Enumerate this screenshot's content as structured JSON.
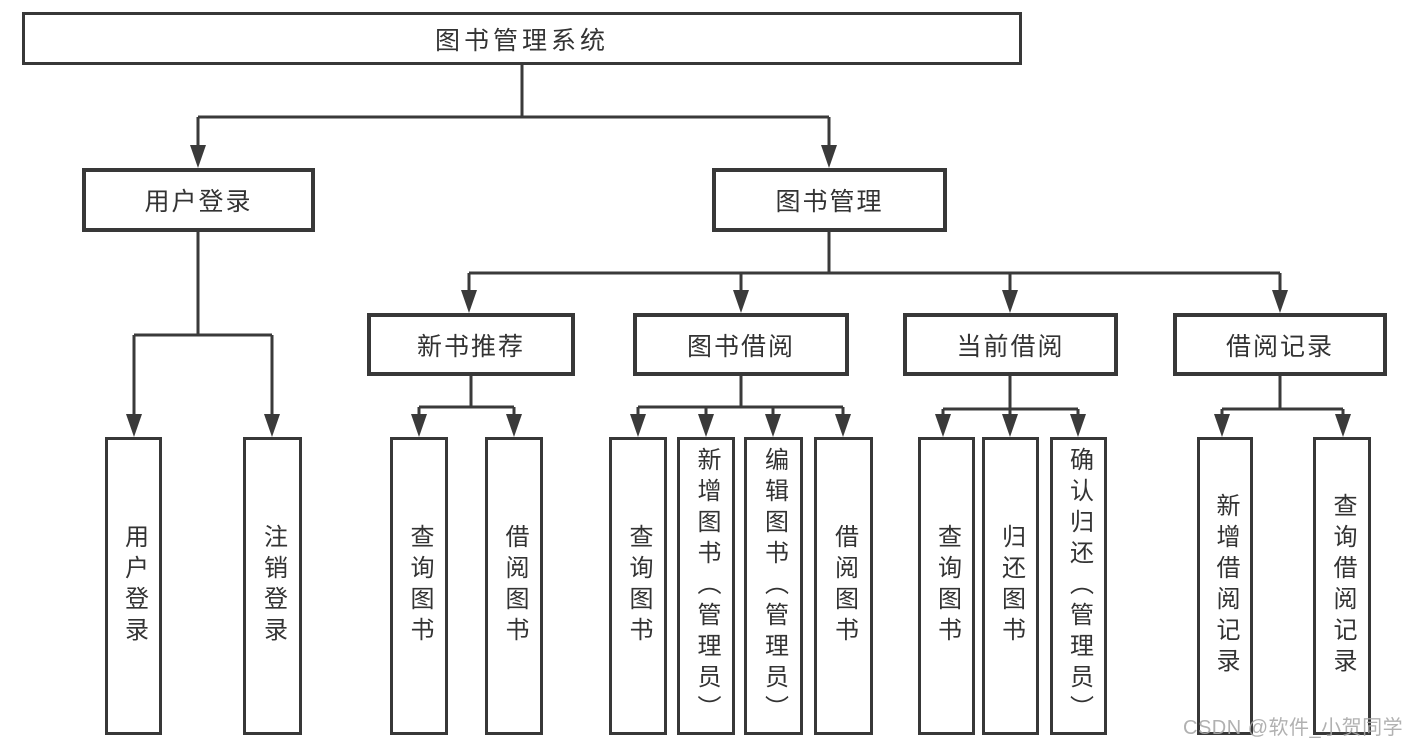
{
  "colors": {
    "line": "#3a3a3a",
    "border": "#383838",
    "text": "#333333",
    "background": "#ffffff",
    "watermark": "#a9a9a9"
  },
  "watermark": {
    "text": "CSDN @软件_小贺同学"
  },
  "tree": {
    "root": {
      "label": "图书管理系统"
    },
    "branches": [
      {
        "label": "用户登录",
        "children": [
          {
            "label": "用户登录"
          },
          {
            "label": "注销登录"
          }
        ]
      },
      {
        "label": "图书管理",
        "children": [
          {
            "label": "新书推荐",
            "children": [
              {
                "label": "查询图书"
              },
              {
                "label": "借阅图书"
              }
            ]
          },
          {
            "label": "图书借阅",
            "children": [
              {
                "label": "查询图书"
              },
              {
                "label": "新增图书（管理员）"
              },
              {
                "label": "编辑图书（管理员）"
              },
              {
                "label": "借阅图书"
              }
            ]
          },
          {
            "label": "当前借阅",
            "children": [
              {
                "label": "查询图书"
              },
              {
                "label": "归还图书"
              },
              {
                "label": "确认归还（管理员）"
              }
            ]
          },
          {
            "label": "借阅记录",
            "children": [
              {
                "label": "新增借阅记录"
              },
              {
                "label": "查询借阅记录"
              }
            ]
          }
        ]
      }
    ]
  }
}
